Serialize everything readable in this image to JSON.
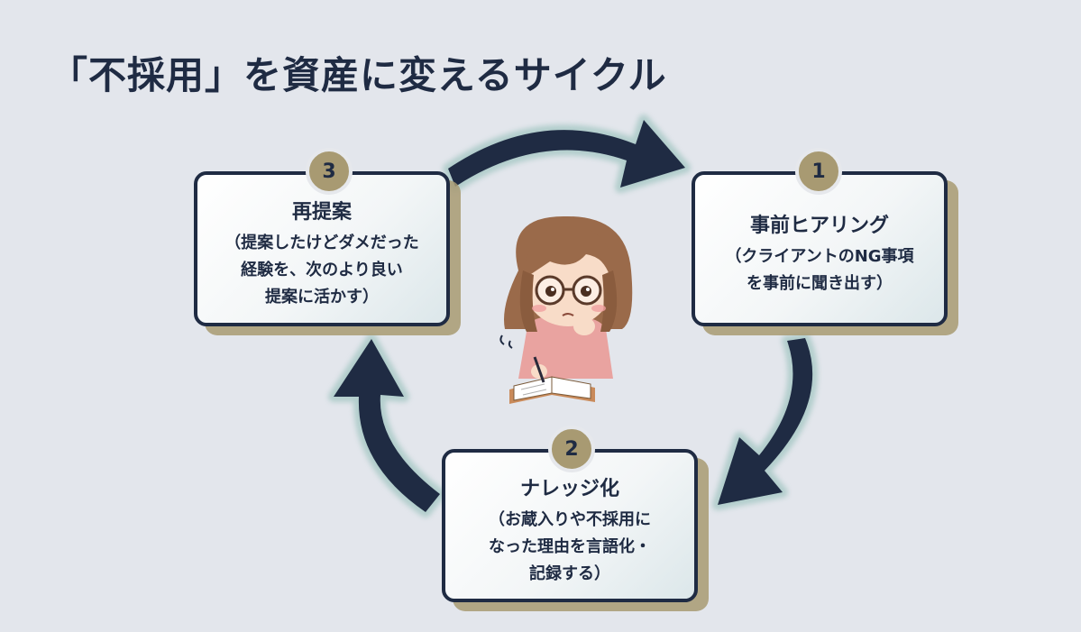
{
  "title": "「不採用」を資産に変えるサイクル",
  "steps": [
    {
      "number": "1",
      "title": "事前ヒアリング",
      "lines": [
        "（クライアントのNG事項",
        "を事前に聞き出す）"
      ]
    },
    {
      "number": "2",
      "title": "ナレッジ化",
      "lines": [
        "（お蔵入りや不採用に",
        "なった理由を言語化・",
        "記録する）"
      ]
    },
    {
      "number": "3",
      "title": "再提案",
      "lines": [
        "（提案したけどダメだった",
        "経験を、次のより良い",
        "提案に活かす）"
      ]
    }
  ],
  "colors": {
    "background": "#e3e6ec",
    "navy": "#1f2b43",
    "gold": "#a89a72",
    "teal_glow": "#9fc4c0"
  },
  "illustration": "thinking-girl-with-notebook"
}
